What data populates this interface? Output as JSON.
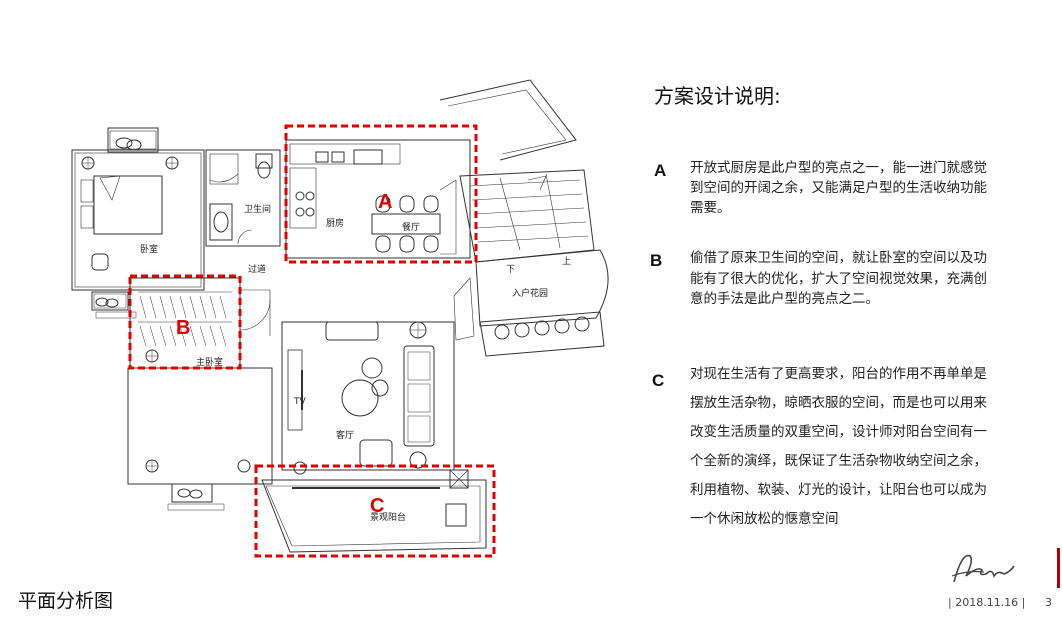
{
  "panel": {
    "title": "方案设计说明:",
    "items": [
      {
        "letter": "A",
        "text": "开放式厨房是此户型的亮点之一，能一进门就感觉到空间的开阔之余，又能满足户型的生活收纳功能需要。"
      },
      {
        "letter": "B",
        "text": "偷借了原来卫生间的空间，就让卧室的空间以及功能有了很大的优化，扩大了空间视觉效果，充满创意的手法是此户型的亮点之二。"
      },
      {
        "letter": "C",
        "text": "对现在生活有了更高要求，阳台的作用不再单单是摆放生活杂物，晾晒衣服的空间，而是也可以用来改变生活质量的双重空间，设计师对阳台空间有一个全新的演绎，既保证了生活杂物收纳空间之余，利用植物、软装、灯光的设计，让阳台也可以成为一个休闲放松的惬意空间"
      }
    ]
  },
  "page": {
    "heading": "平面分析图",
    "date": "| 2018.11.16 |",
    "number": "3"
  },
  "plan": {
    "rooms": {
      "bedroom": "卧室",
      "bathroom": "卫生间",
      "kitchen": "厨房",
      "dining": "餐厅",
      "corridor": "过道",
      "master_bedroom": "主卧室",
      "living": "客厅",
      "tv": "TV",
      "entry_garden": "入户花园",
      "stair_down": "下",
      "stair_up": "上",
      "balcony": "景观阳台"
    },
    "zones": [
      "A",
      "B",
      "C"
    ],
    "zone_color": "#e00000"
  }
}
